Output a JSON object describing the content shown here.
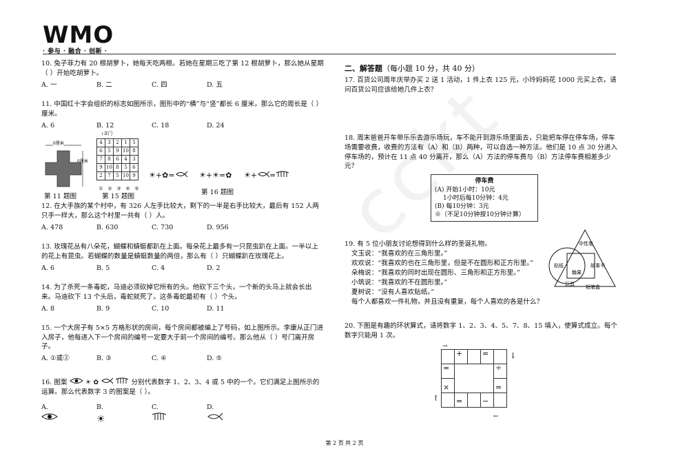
{
  "header": {
    "logo": "WMO",
    "slogan": "· 参与 · 融合 · 创新 ·"
  },
  "watermark": "cckt",
  "left": {
    "q10": {
      "text": "10. 兔子菲力有 20 根胡萝卜，她每天吃两根。若她在星期三吃了第 12 根胡萝卜，那么她从星期（    ）开始吃胡萝卜。",
      "options": [
        "A. 一",
        "B. 二",
        "C. 四",
        "D. 五"
      ]
    },
    "q11": {
      "text": "11. 中国红十字会组织的标志如图所示，图形中的“横”与“竖”都长 6 厘米，那么它的周长是（    ）厘米。",
      "options": [
        "A. 6",
        "B. 12",
        "C. 18",
        "D. 24"
      ]
    },
    "fig_labels": {
      "six_cm_top": "6厘米",
      "six_cm_side": "6厘米",
      "door": "正门",
      "cap11": "第 11 题图",
      "cap15": "第 15 题图",
      "cap16": "第 16 题图"
    },
    "grid": [
      [
        "4",
        "3",
        "2",
        "1",
        "5"
      ],
      [
        "6",
        "5",
        "9",
        "10",
        "8"
      ],
      [
        "7",
        "8",
        "6",
        "4",
        "3"
      ],
      [
        "9",
        "10",
        "8",
        "5",
        "6"
      ],
      [
        "2",
        "7",
        "5",
        "10",
        "9"
      ]
    ],
    "grid_circles": [
      "①",
      "②",
      "③",
      "④",
      "⑤"
    ],
    "q12": {
      "text": "12. 在大手族的某个村中，有 326 人左手比较大，剩下的一半是右手比较大，最后有 152 人两只手一样大，那么这个村里一共有（    ）人。",
      "options": [
        "A. 478",
        "B. 630",
        "C. 730",
        "D. 956"
      ]
    },
    "q13": {
      "text": "13. 玫瑰花丛有八朵花，蝴蝶和蜻蜓都趴在上面。每朵花上最多有一只昆虫趴在上面。一半以上的花上有昆虫。若蝴蝶的数量是蜻蜓数量的两倍，那么有（    ）只蝴蝶趴在玫瑰花上。",
      "options": [
        "A. 6",
        "B. 5",
        "C. 4",
        "D. 2"
      ]
    },
    "q14": {
      "text": "14. 为了杀死一条毒蛇，马迪必须砍掉它所有的头。他砍下三个头，一个新的头马上就会长出来。马迪砍下 13 个头后，毒蛇就死了。这条毒蛇最初有（    ）个头。",
      "options": [
        "A. 8",
        "B. 9",
        "C. 10",
        "D. 11"
      ]
    },
    "q15": {
      "text": "15. 一个大房子有 5×5 方格形状的房间，每个房间都被编上了号码，如上图所示。李康从正门进入房子，他每进入下一个房间的编号一定要大于前一个房间的编号。那么他从（    ）号门离开房子。",
      "options": [
        "A. ①或②",
        "B. ③",
        "C. ④",
        "D. ⑤"
      ]
    },
    "q16": {
      "text_a": "16. 图案",
      "text_b": "分别代表数字 1、2、3、4 或 5 中的一个。它们满足上图所示的运算。那么代表数字 3 的图案是（    ）。",
      "options": [
        "A.",
        "B.",
        "C.",
        "D."
      ]
    }
  },
  "right": {
    "section": {
      "title": "二、解答题",
      "note": "（每小题 10 分，共 40 分）"
    },
    "q17": "17. 百货公司周年庆举办买 2 送 1 活动，1 件上衣 125 元，小玲妈妈花 1000 元买上衣，请问百货公司应该给她几件上衣？",
    "q18": "18. 周末爸爸开车带乐乐去游乐场玩，车不能开到游乐场里面去，只能把车停在停车场，停车场需要收费，收费的方法有（A）和（B）两种，可以自选一种方法。他们是 10 点 30 分进入停车场的，预计在 11 点 40 分离开，那么（A）方法的停车费与（B）方法停车费相差多少元？",
    "parking": {
      "title": "停车费",
      "lines": [
        "(A) 开始1小时：10元",
        "      1小时后每10分钟：4元",
        "(B) 每10分钟：3元",
        "※（不足10分钟按10分钟计算）"
      ]
    },
    "q19": {
      "lines": [
        "19. 有 5 位小朋友讨论想得到什么样的圣诞礼物。",
        "    文玉说：“我喜欢的在三角形里。”",
        "    欢欢说：“我喜欢的也在三角形里，但是不在圆形和正方形里。”",
        "    朵梅说：“我喜欢的同时出现在圆形、三角形和正方形里。”",
        "    小筑说：“我喜欢的不在圆形里。”",
        "    夏树说：“没有人喜欢贴纸。”",
        "    每个人都喜欢一件礼物，并且没有重复，每个人喜欢的各是什么？"
      ]
    },
    "venn": {
      "pen": "中性笔",
      "sticker": "贴纸",
      "candy": "糖果",
      "book": "故事书",
      "toy": "玩具",
      "box": "铅笔盒"
    },
    "q20": "20. 下图是有趣的环状算式，请将数字 1、2、3、4、5、7、8、15 填入，使算式成立。每个数字只能用 1 次。",
    "ring_ops": {
      "plus": "+",
      "eq1": "=",
      "eq2": "=",
      "div": "÷",
      "times": "×",
      "eq3": "=",
      "eq4": "=",
      "minus": "−"
    }
  },
  "footer": "第 2 页  共 2 页"
}
